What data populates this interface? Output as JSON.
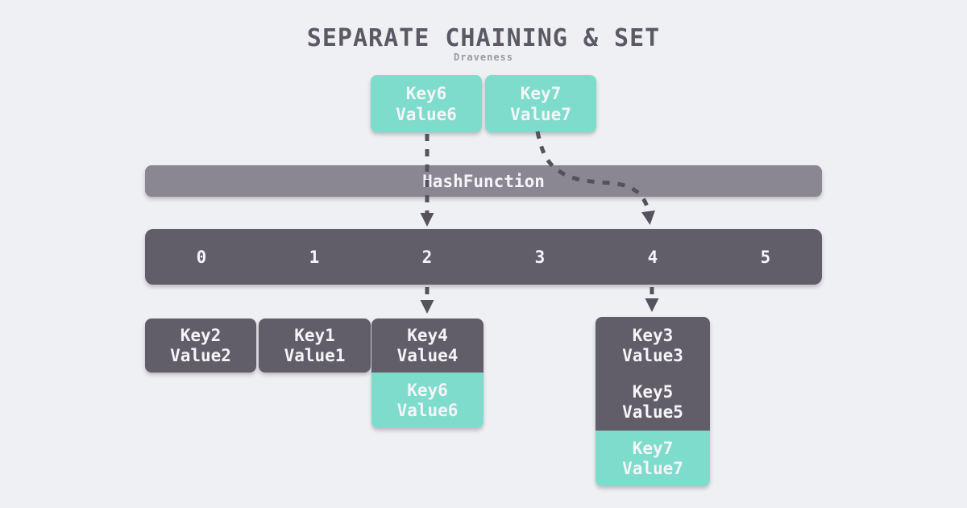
{
  "title": "SEPARATE CHAINING & SET",
  "subtitle": "Draveness",
  "hash_function_label": "HashFunction",
  "incoming_keys": [
    {
      "key": "Key6",
      "value": "Value6"
    },
    {
      "key": "Key7",
      "value": "Value7"
    }
  ],
  "buckets": [
    "0",
    "1",
    "2",
    "3",
    "4",
    "5"
  ],
  "chains": [
    {
      "bucket": "0",
      "nodes": [
        {
          "key": "Key2",
          "value": "Value2",
          "variant": "dark"
        }
      ]
    },
    {
      "bucket": "1",
      "nodes": [
        {
          "key": "Key1",
          "value": "Value1",
          "variant": "dark"
        }
      ]
    },
    {
      "bucket": "2",
      "nodes": [
        {
          "key": "Key4",
          "value": "Value4",
          "variant": "dark"
        },
        {
          "key": "Key6",
          "value": "Value6",
          "variant": "teal"
        }
      ]
    },
    {
      "bucket": "4",
      "nodes": [
        {
          "key": "Key3",
          "value": "Value3",
          "variant": "dark"
        },
        {
          "key": "Key5",
          "value": "Value5",
          "variant": "dark"
        },
        {
          "key": "Key7",
          "value": "Value7",
          "variant": "teal"
        }
      ]
    }
  ],
  "colors": {
    "background": "#EFF0F3",
    "teal": "#7EDCCC",
    "dark_node": "#615E6A",
    "hash_bar": "#8A8793",
    "arrow": "#55525D",
    "title_text": "#5C5966",
    "subtitle_text": "#9B98A3",
    "box_text": "#F5F4F7"
  }
}
